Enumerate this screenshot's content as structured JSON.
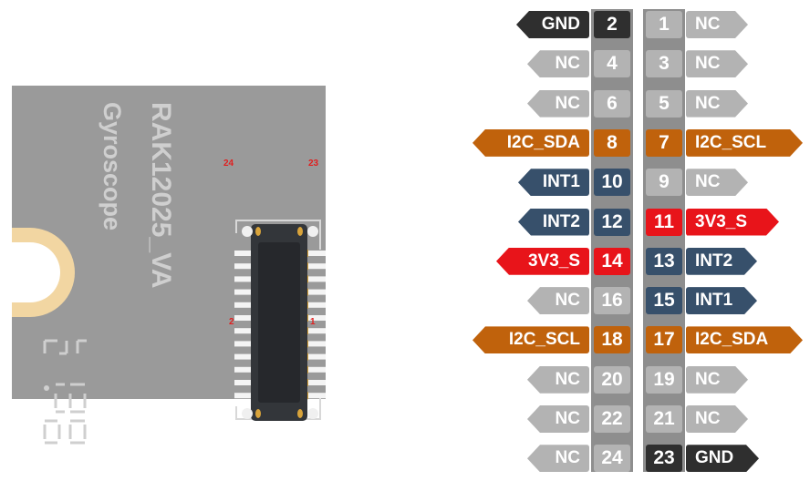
{
  "board": {
    "model_label": "RAK12025_VA",
    "type_label": "Gyroscope",
    "connector_pin_labels": {
      "top_left": "24",
      "top_right": "23",
      "bottom_left": "2",
      "bottom_right": "1"
    },
    "silkscreen_digits": "2 1.36"
  },
  "colors": {
    "NC": "#b3b3b3",
    "GND": "#2f2f2f",
    "I2C": "#c0620c",
    "INT": "#37506b",
    "3V3": "#e8141a",
    "strip": "#8e8e8e",
    "pcb": "#9a9a9a",
    "pad": "#f2d6a2"
  },
  "pinout": {
    "rows": [
      {
        "left": {
          "pin": "2",
          "label": "GND",
          "type": "GND"
        },
        "right": {
          "pin": "1",
          "label": "NC",
          "type": "NC"
        }
      },
      {
        "left": {
          "pin": "4",
          "label": "NC",
          "type": "NC"
        },
        "right": {
          "pin": "3",
          "label": "NC",
          "type": "NC"
        }
      },
      {
        "left": {
          "pin": "6",
          "label": "NC",
          "type": "NC"
        },
        "right": {
          "pin": "5",
          "label": "NC",
          "type": "NC"
        }
      },
      {
        "left": {
          "pin": "8",
          "label": "I2C_SDA",
          "type": "I2C"
        },
        "right": {
          "pin": "7",
          "label": "I2C_SCL",
          "type": "I2C"
        }
      },
      {
        "left": {
          "pin": "10",
          "label": "INT1",
          "type": "INT"
        },
        "right": {
          "pin": "9",
          "label": "NC",
          "type": "NC"
        }
      },
      {
        "left": {
          "pin": "12",
          "label": "INT2",
          "type": "INT"
        },
        "right": {
          "pin": "11",
          "label": "3V3_S",
          "type": "3V3"
        }
      },
      {
        "left": {
          "pin": "14",
          "label": "3V3_S",
          "type": "3V3"
        },
        "right": {
          "pin": "13",
          "label": "INT2",
          "type": "INT"
        }
      },
      {
        "left": {
          "pin": "16",
          "label": "NC",
          "type": "NC"
        },
        "right": {
          "pin": "15",
          "label": "INT1",
          "type": "INT"
        }
      },
      {
        "left": {
          "pin": "18",
          "label": "I2C_SCL",
          "type": "I2C"
        },
        "right": {
          "pin": "17",
          "label": "I2C_SDA",
          "type": "I2C"
        }
      },
      {
        "left": {
          "pin": "20",
          "label": "NC",
          "type": "NC"
        },
        "right": {
          "pin": "19",
          "label": "NC",
          "type": "NC"
        }
      },
      {
        "left": {
          "pin": "22",
          "label": "NC",
          "type": "NC"
        },
        "right": {
          "pin": "21",
          "label": "NC",
          "type": "NC"
        }
      },
      {
        "left": {
          "pin": "24",
          "label": "NC",
          "type": "NC"
        },
        "right": {
          "pin": "23",
          "label": "GND",
          "type": "GND"
        }
      }
    ]
  }
}
